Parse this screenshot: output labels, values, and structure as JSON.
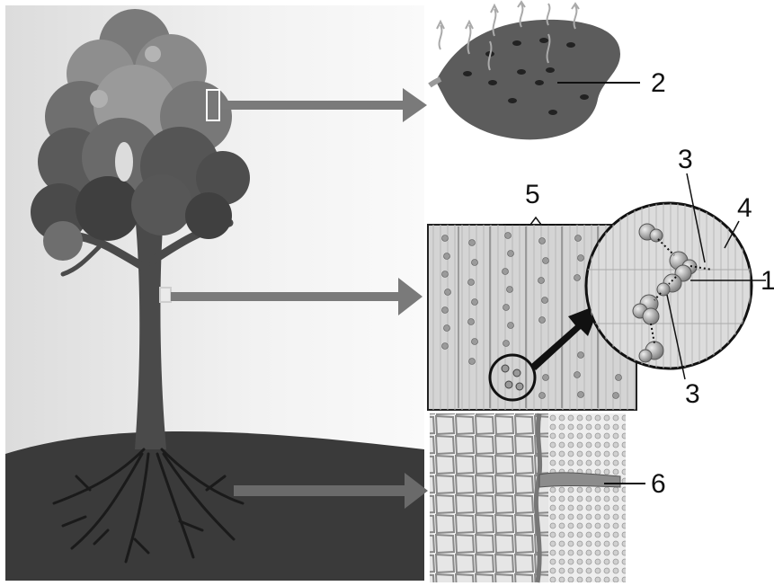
{
  "labels": {
    "leaf_number": "2",
    "tension_number_top": "3",
    "tension_number_bottom": "3",
    "cohesion_number": "4",
    "molecule_number": "1",
    "xylem_number": "5",
    "root_hair_number": "6"
  },
  "colors": {
    "sky": "#f1f1f1",
    "ground": "#3a3a3a",
    "trunk": "#4a4a4a",
    "foliage_dark": "#3f3f3f",
    "foliage_mid": "#6a6a6a",
    "foliage_light": "#8e8e8e",
    "arrow": "#7a7a7a",
    "leaf": "#5c5c5c",
    "xylem_bg": "#d4d4d4",
    "water_molecule": "#9a9a9a"
  },
  "icons": [
    "tree-illustration",
    "leaf-illustration",
    "xylem-tissue-illustration",
    "water-molecule-magnifier",
    "root-tissue-illustration",
    "transport-arrow"
  ]
}
